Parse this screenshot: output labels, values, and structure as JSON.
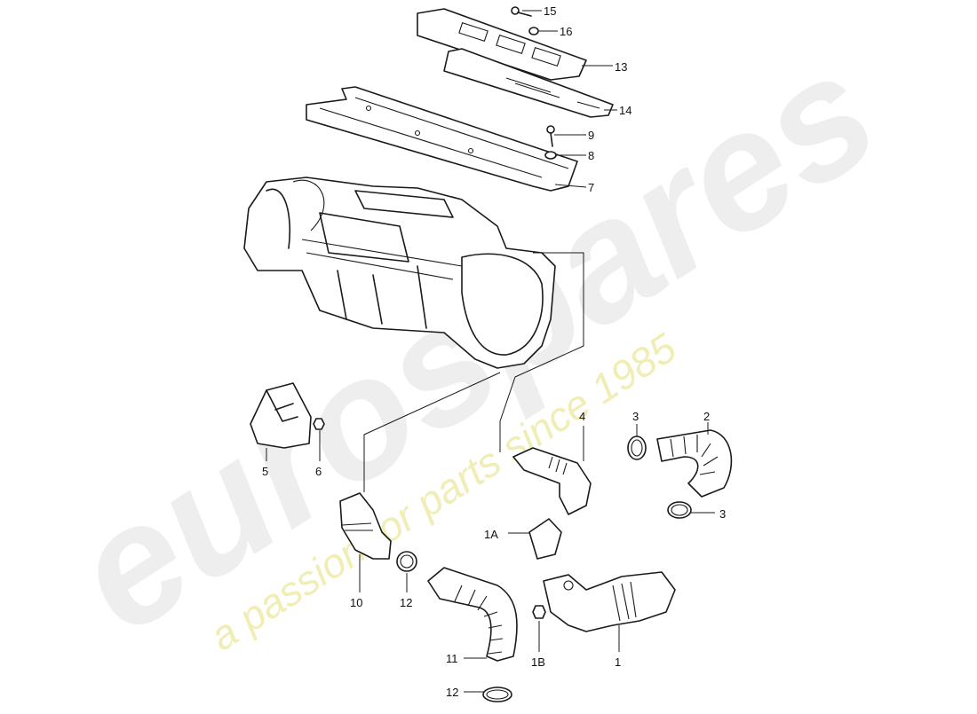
{
  "watermark": {
    "brand": "eurospares",
    "tagline": "a passion for parts since 1985"
  },
  "labels": {
    "p15": "15",
    "p16": "16",
    "p13": "13",
    "p14": "14",
    "p9": "9",
    "p8": "8",
    "p7": "7",
    "p4": "4",
    "p3a": "3",
    "p2": "2",
    "p3b": "3",
    "p5": "5",
    "p6": "6",
    "p1A": "1A",
    "p10": "10",
    "p12a": "12",
    "p11": "11",
    "p1B": "1B",
    "p1": "1",
    "p12b": "12"
  }
}
